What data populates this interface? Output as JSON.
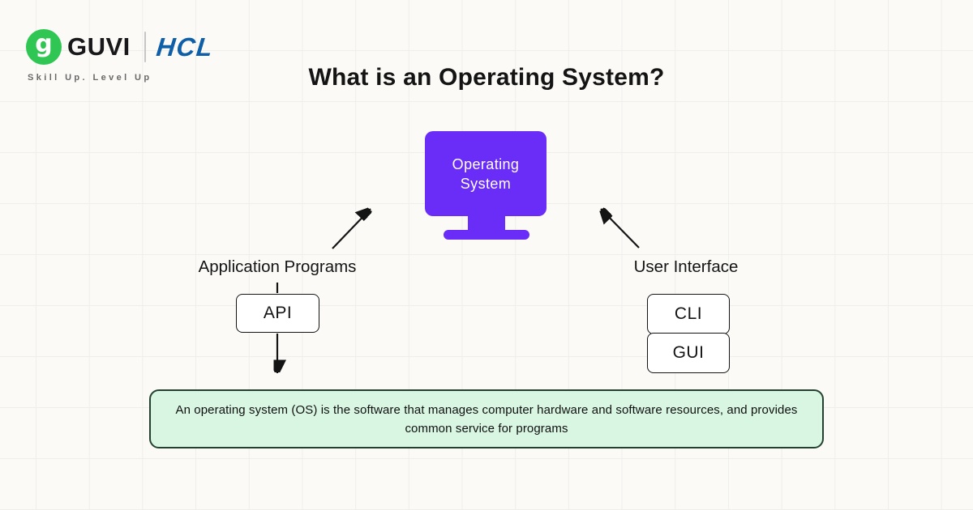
{
  "brand": {
    "logo_glyph": "g",
    "guvi_label": "GUVI",
    "hcl_label": "HCL",
    "tagline": "Skill Up. Level Up",
    "colors": {
      "guvi_green": "#2fc654",
      "hcl_blue": "#0f5fa8"
    }
  },
  "title": "What is an Operating System?",
  "diagram": {
    "os_node": {
      "label_line1": "Operating",
      "label_line2": "System",
      "color": "#6a2cf7"
    },
    "left_branch": {
      "label": "Application Programs",
      "box_label": "API"
    },
    "right_branch": {
      "label": "User Interface",
      "box1_label": "CLI",
      "box2_label": "GUI"
    },
    "definition": {
      "text": "An operating system (OS) is the software that manages computer hardware and software resources, and provides common service for programs",
      "bg_color": "#d8f6e2",
      "border_color": "#24402e"
    }
  }
}
